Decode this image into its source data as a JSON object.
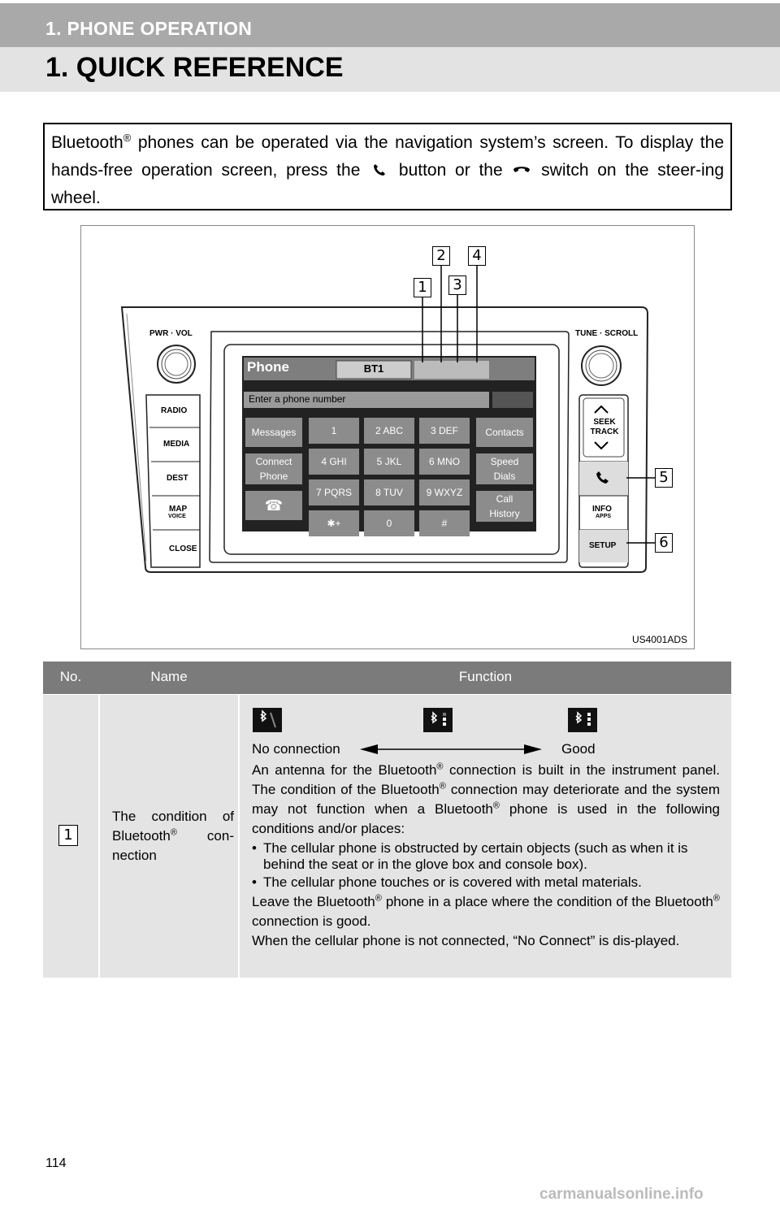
{
  "header": {
    "section": "1. PHONE OPERATION",
    "title": "1. QUICK REFERENCE"
  },
  "intro": {
    "part1": "Bluetooth",
    "reg": "®",
    "part2": " phones can be operated via the navigation system’s screen. To display the hands-free operation screen, press the ",
    "part3": " button or the ",
    "part4": " switch on the steer-ing wheel."
  },
  "figure": {
    "code": "US4001ADS",
    "screen": {
      "title": "Phone",
      "source": "BT1",
      "input_placeholder": "Enter a phone number",
      "left_keys": [
        "Messages",
        "Connect Phone",
        ""
      ],
      "keypad": [
        "1",
        "2 ABC",
        "3 DEF",
        "4 GHI",
        "5 JKL",
        "6 MNO",
        "7 PQRS",
        "8 TUV",
        "9 WXYZ",
        "✱+",
        "0",
        "#"
      ],
      "right_keys": [
        "Contacts",
        "Speed Dials",
        "Call History"
      ]
    },
    "left_buttons": [
      "RADIO",
      "MEDIA",
      "DEST",
      "MAP",
      "CLOSE"
    ],
    "map_sub": "VOICE",
    "right_buttons": [
      "SEEK TRACK",
      "",
      "INFO",
      "SETUP"
    ],
    "info_sub": "APPS",
    "knob_left": "PWR · VOL",
    "knob_right": "TUNE · SCROLL",
    "callouts": [
      "1",
      "2",
      "3",
      "4",
      "5",
      "6"
    ]
  },
  "table": {
    "headers": [
      "No.",
      "Name",
      "Function"
    ],
    "rows": [
      {
        "no": "1",
        "name_part1": "The condition of Bluetooth",
        "name_reg": "®",
        "name_part2": " con-nection",
        "range_left": "No connection",
        "range_right": "Good",
        "para1_a": "An antenna for the Bluetooth",
        "para1_b": " connection is built in the instrument panel. The condition of the Bluetooth",
        "para1_c": " connection may deteriorate and the system may not function when a Bluetooth",
        "para1_d": " phone is used in the following conditions and/or places:",
        "bullets": [
          "The cellular phone is obstructed by certain objects (such as when it is behind the seat or in the glove box and console box).",
          "The cellular phone touches or is covered with metal materials."
        ],
        "para2_a": "Leave the Bluetooth",
        "para2_b": " phone in a place where the condition of the Bluetooth",
        "para2_c": " connection is good.",
        "para3": "When the cellular phone is not connected, “No Connect” is dis-played."
      }
    ]
  },
  "page_number": "114",
  "footer": "carmanualsonline.info"
}
